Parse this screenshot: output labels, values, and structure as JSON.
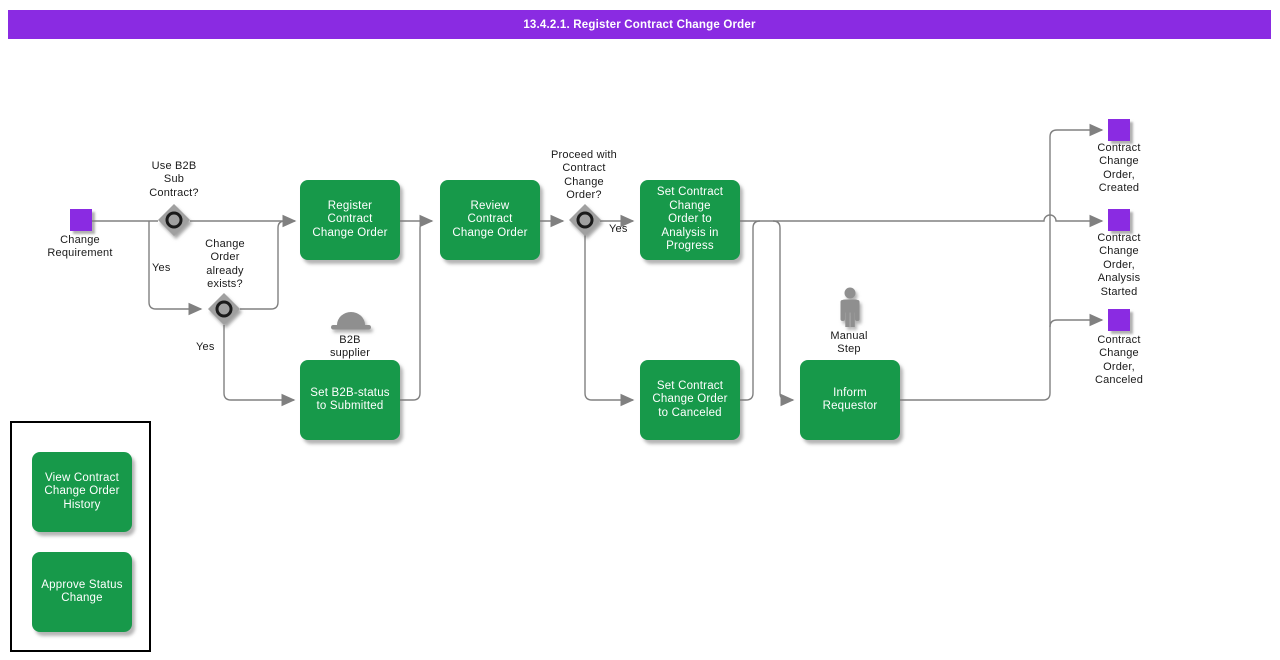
{
  "title": "13.4.2.1. Register Contract Change Order",
  "colors": {
    "title_bar_purple": "#8A2BE2",
    "event_purple": "#8A2BE2",
    "activity_green": "#17994A",
    "connector_gray": "#808080",
    "icon_gray": "#8f8f8f"
  },
  "labels": {
    "yes": "Yes"
  },
  "nodes": {
    "change_requirement": "Change\nRequirement",
    "use_b2b_sub_contract": "Use B2B\nSub\nContract?",
    "change_order_exists": "Change\nOrder\nalready\nexists?",
    "register_cco": "Register\nContract\nChange Order",
    "review_cco": "Review\nContract\nChange Order",
    "b2b_supplier": "B2B\nsupplier",
    "set_b2b_status": "Set B2B-status\nto Submitted",
    "proceed_with_cco": "Proceed with\nContract\nChange\nOrder?",
    "set_analysis_in_progress": "Set Contract\nChange\nOrder to\nAnalysis in\nProgress",
    "set_canceled": "Set Contract\nChange Order\nto Canceled",
    "manual_step": "Manual\nStep",
    "inform_requestor": "Inform\nRequestor",
    "cco_created": "Contract\nChange\nOrder,\nCreated",
    "cco_analysis_started": "Contract\nChange\nOrder,\nAnalysis\nStarted",
    "cco_canceled": "Contract\nChange\nOrder,\nCanceled",
    "view_history": "View Contract\nChange Order\nHistory",
    "approve_status_change": "Approve Status\nChange"
  }
}
